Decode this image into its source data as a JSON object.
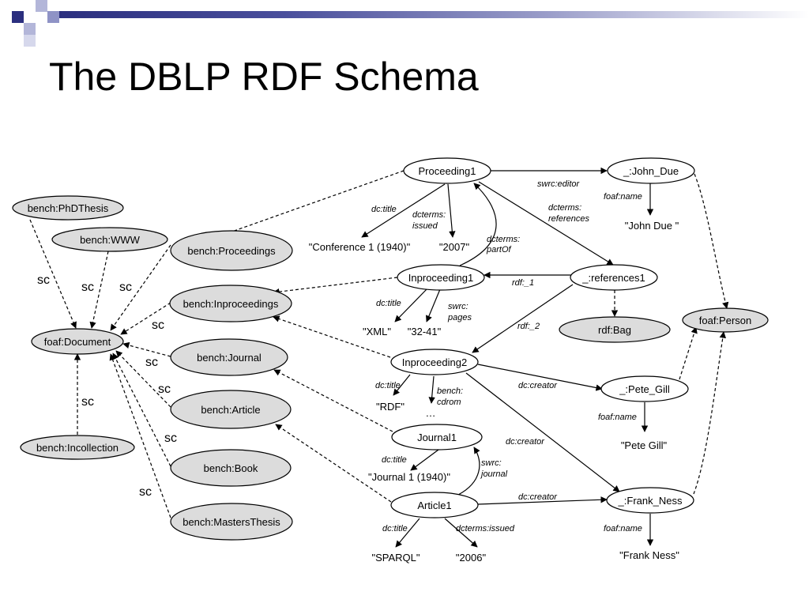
{
  "slide": {
    "title": "The DBLP RDF Schema"
  },
  "colors": {
    "class_fill": "#dcdcdc",
    "instance_fill": "#ffffff",
    "stroke": "#000000",
    "banner_dark": "#2b2f7f",
    "banner_light": "#b3b6d9"
  },
  "diagram": {
    "class_nodes": {
      "phdthesis": "bench:PhDThesis",
      "www": "bench:WWW",
      "proceedings": "bench:Proceedings",
      "inproceedings": "bench:Inproceedings",
      "document": "foaf:Document",
      "journal": "bench:Journal",
      "article": "bench:Article",
      "incollection": "bench:Incollection",
      "book": "bench:Book",
      "mastersthesis": "bench:MastersThesis",
      "bag": "rdf:Bag",
      "person": "foaf:Person"
    },
    "instance_nodes": {
      "proceeding1": "Proceeding1",
      "john_due": "_:John_Due",
      "inproceeding1": "Inproceeding1",
      "references1": "_:references1",
      "inproceeding2": "Inproceeding2",
      "pete_gill": "_:Pete_Gill",
      "journal1": "Journal1",
      "article1": "Article1",
      "frank_ness": "_:Frank_Ness"
    },
    "literals": {
      "conference": "\"Conference 1 (1940)\"",
      "year_2007": "\"2007\"",
      "john_due_name": "\"John Due \"",
      "xml": "\"XML\"",
      "pages": "\"32-41\"",
      "rdf": "\"RDF\"",
      "ellipsis": "…",
      "pete_gill_name": "\"Pete Gill\"",
      "journal_title": "\"Journal 1 (1940)\"",
      "sparql": "\"SPARQL\"",
      "year_2006": "\"2006\"",
      "frank_ness_name": "\"Frank Ness\""
    },
    "edge_labels": {
      "swrc_editor": "swrc:editor",
      "dc_title_1": "dc:title",
      "dcterms_issued_1a": "dcterms:",
      "dcterms_issued_1b": "issued",
      "dcterms_references_a": "dcterms:",
      "dcterms_references_b": "references",
      "foaf_name_1": "foaf:name",
      "dcterms_partof_a": "dcterms:",
      "dcterms_partof_b": "partOf",
      "rdf_1": "rdf:_1",
      "dc_title_2": "dc:title",
      "swrc_pages_a": "swrc:",
      "swrc_pages_b": "pages",
      "rdf_2": "rdf:_2",
      "dc_title_3": "dc:title",
      "bench_cdrom_a": "bench:",
      "bench_cdrom_b": "cdrom",
      "dc_creator_1": "dc:creator",
      "foaf_name_2": "foaf:name",
      "dc_creator_2": "dc:creator",
      "dc_title_4": "dc:title",
      "swrc_journal_a": "swrc:",
      "swrc_journal_b": "journal",
      "dc_creator_3": "dc:creator",
      "dc_title_5": "dc:title",
      "dcterms_issued_2": "dcterms:issued",
      "foaf_name_3": "foaf:name"
    },
    "subclass_label": "sc"
  }
}
